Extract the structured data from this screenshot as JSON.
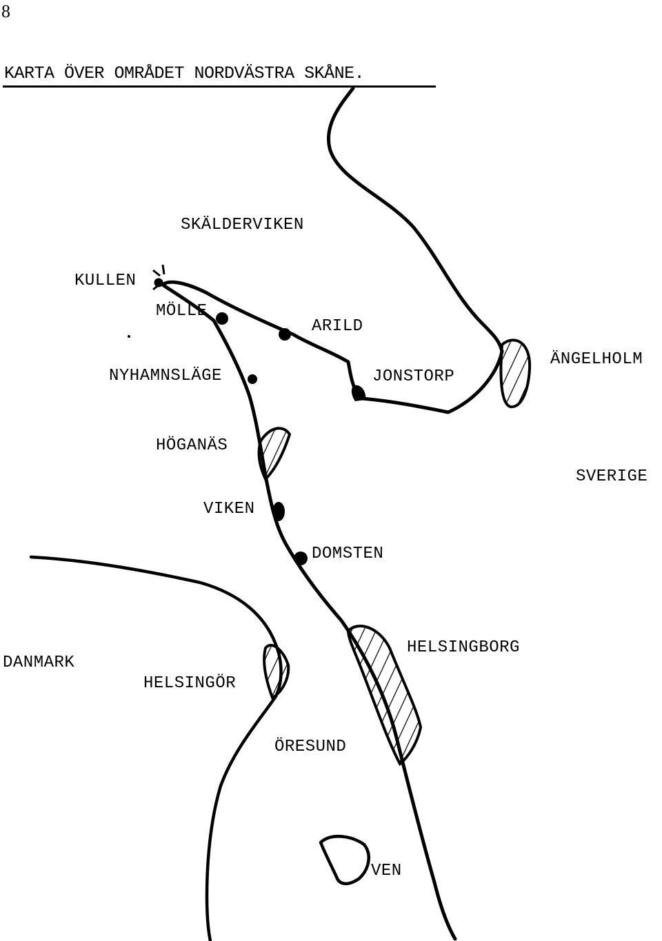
{
  "page_number": "8",
  "title": "KARTA ÖVER OMRÅDET NORDVÄSTRA SKÅNE.",
  "labels": {
    "skalderviken": "SKÄLDERVIKEN",
    "kullen": "KULLEN",
    "molle": "MÖLLE",
    "arild": "ARILD",
    "nyhamnslage": "NYHAMNSLÄGE",
    "jonstorp": "JONSTORP",
    "angelholm": "ÄNGELHOLM",
    "hoganas": "HÖGANÄS",
    "sverige": "SVERIGE",
    "viken": "VIKEN",
    "domsten": "DOMSTEN",
    "danmark": "DANMARK",
    "helsingor": "HELSINGÖR",
    "helsingborg": "HELSINGBORG",
    "oresund": "ÖRESUND",
    "ven": "VEN"
  },
  "colors": {
    "ink": "#000000",
    "paper": "#ffffff"
  }
}
